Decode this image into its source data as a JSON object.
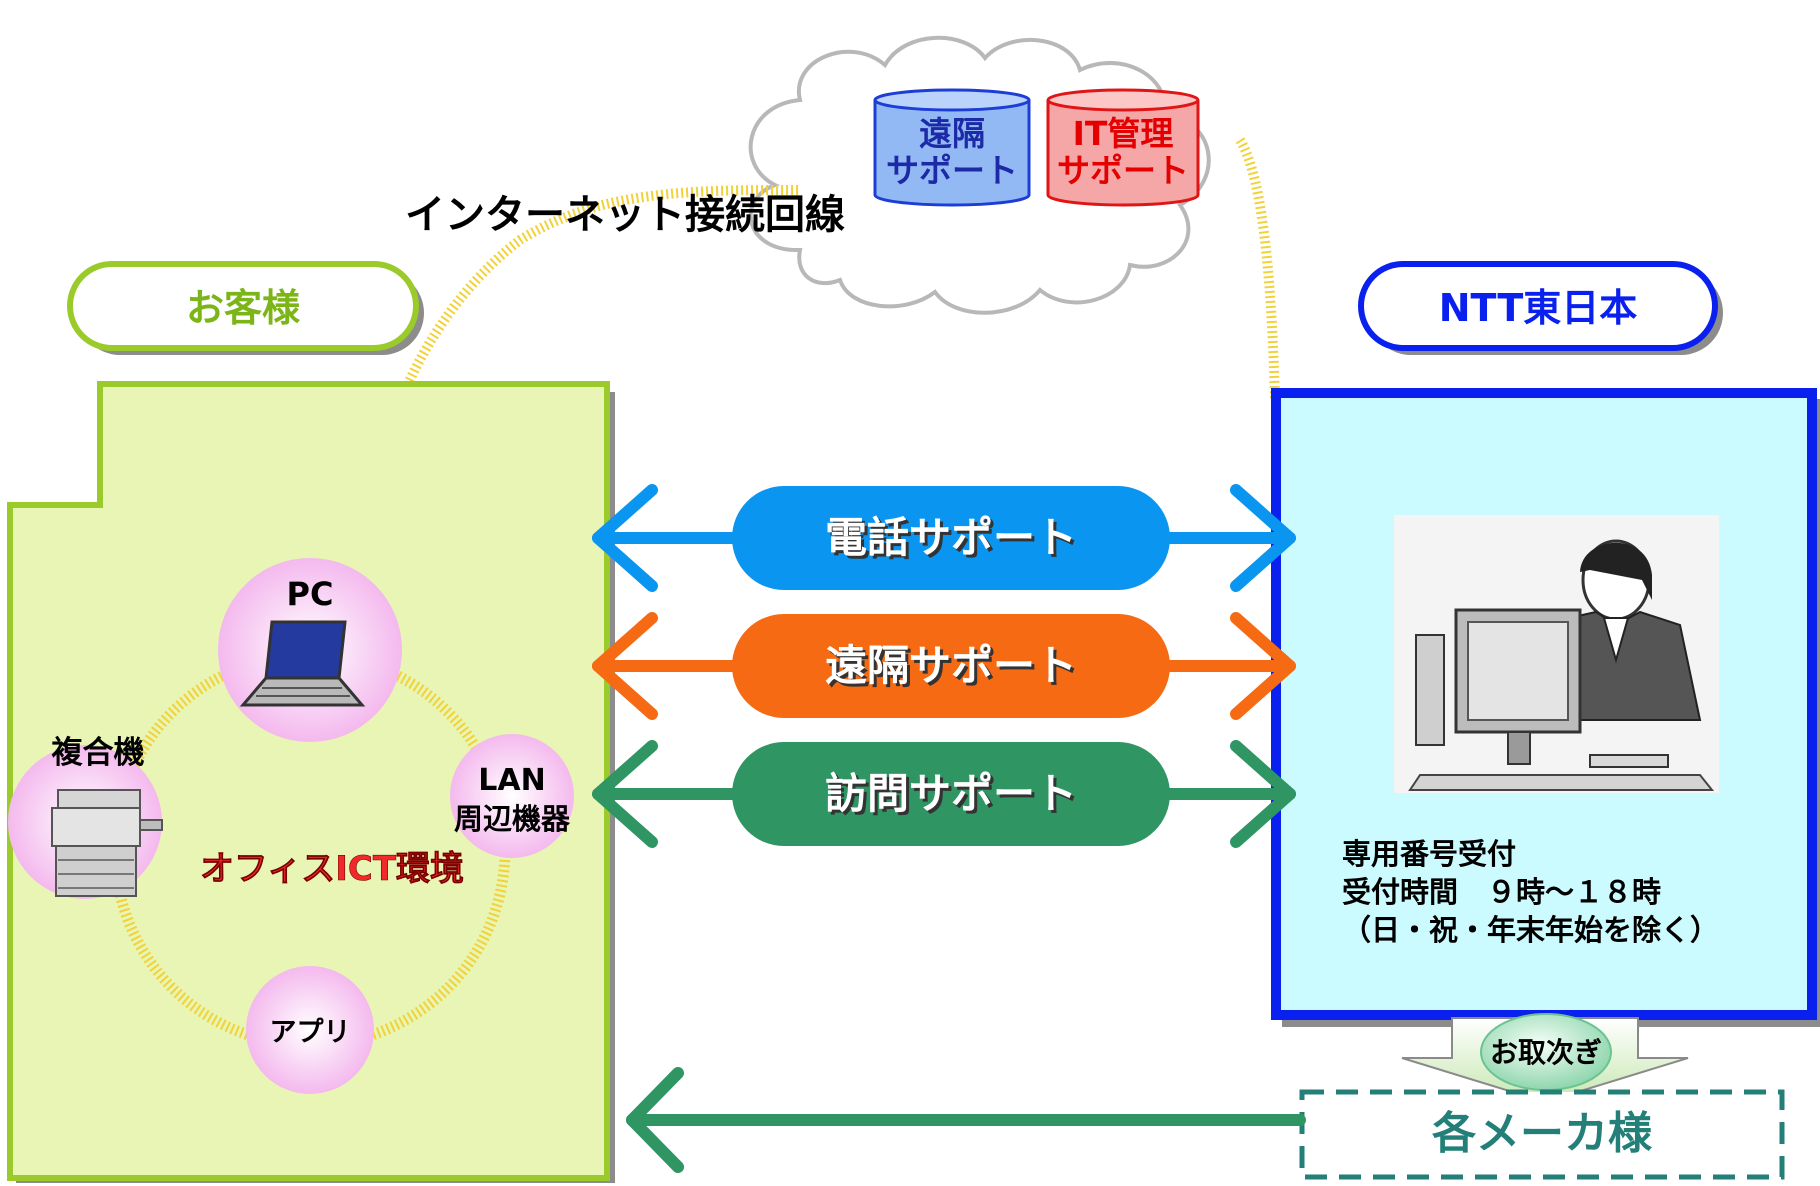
{
  "customer": {
    "title": "お客様",
    "env_label": "オフィスICT環境",
    "nodes": {
      "pc": "PC",
      "mfp": "複合機",
      "lan_line1": "LAN",
      "lan_line2": "周辺機器",
      "app": "アプリ"
    }
  },
  "internet_label": "インターネット接続回線",
  "cloud": {
    "remote_line1": "遠隔",
    "remote_line2": "サポート",
    "it_line1": "IT管理",
    "it_line2": "サポート"
  },
  "provider": {
    "title": "NTT東日本",
    "info_line1": "専用番号受付",
    "info_line2": "受付時間　９時～１８時",
    "info_line3": "（日・祝・年末年始を除く）"
  },
  "supports": [
    {
      "label": "電話サポート",
      "color": "#0a96f0"
    },
    {
      "label": "遠隔サポート",
      "color": "#f56a12"
    },
    {
      "label": "訪問サポート",
      "color": "#2e9563"
    }
  ],
  "referral": {
    "badge": "お取次ぎ",
    "makers": "各メーカ様"
  },
  "colors": {
    "customer_fill": "#e8f5b5",
    "customer_border": "#9acb2a",
    "provider_fill": "#cbfbff",
    "provider_border": "#0a20ee",
    "network_line": "#f2d23a",
    "node_fill": "#f8c8f4",
    "maker_border": "#237f78"
  }
}
